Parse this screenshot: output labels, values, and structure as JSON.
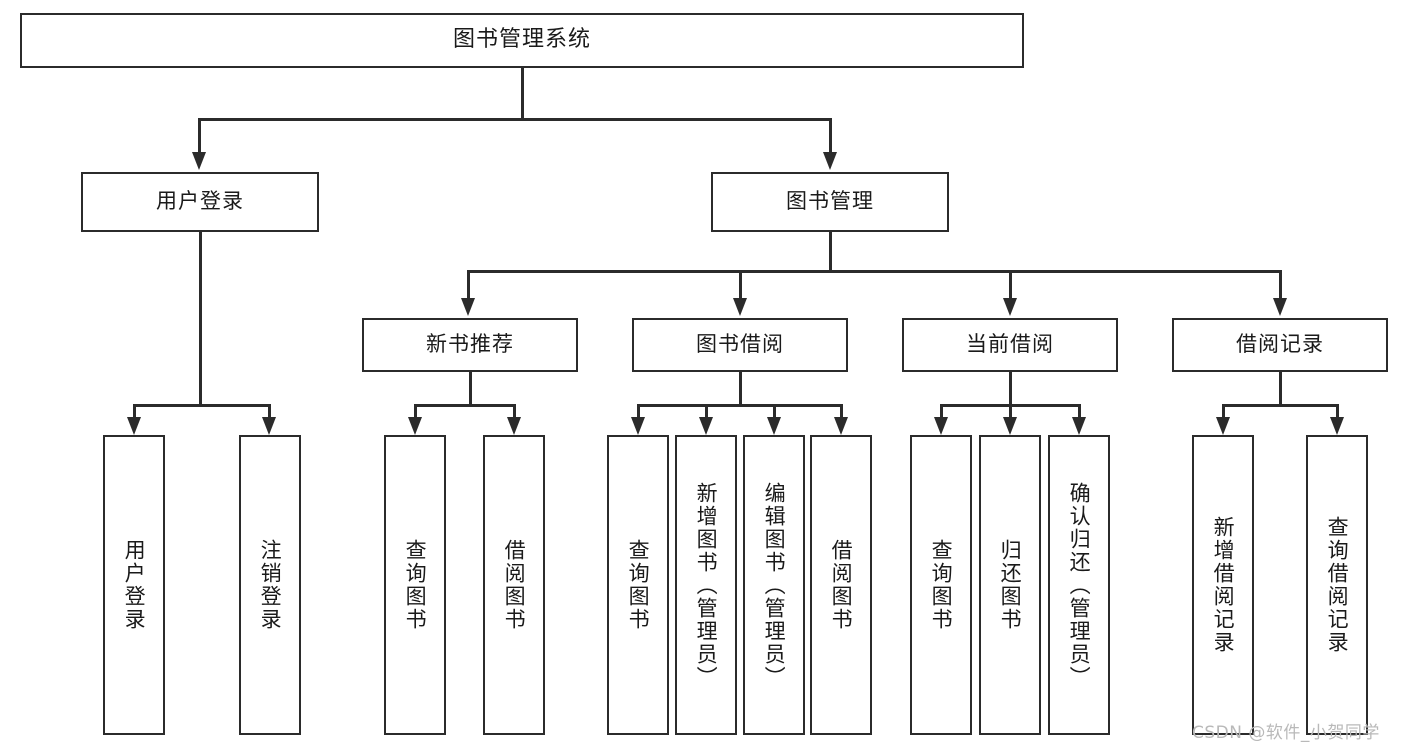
{
  "diagram": {
    "title": "图书管理系统",
    "type": "tree-hierarchy-diagram",
    "colors": {
      "background": "#ffffff",
      "box_border": "#2b2b2b",
      "box_fill": "#ffffff",
      "text": "#1a1a1a",
      "watermark": "#b9b9b9"
    },
    "root": {
      "label": "图书管理系统"
    },
    "level2": [
      {
        "label": "用户登录"
      },
      {
        "label": "图书管理"
      }
    ],
    "level3": [
      {
        "label": "新书推荐"
      },
      {
        "label": "图书借阅"
      },
      {
        "label": "当前借阅"
      },
      {
        "label": "借阅记录"
      }
    ],
    "leaves": {
      "user_login": [
        {
          "label": "用户登录"
        },
        {
          "label": "注销登录"
        }
      ],
      "new_book_recommend": [
        {
          "label": "查询图书"
        },
        {
          "label": "借阅图书"
        }
      ],
      "book_borrow": [
        {
          "label": "查询图书"
        },
        {
          "label": "新增图书（管理员）"
        },
        {
          "label": "编辑图书（管理员）"
        },
        {
          "label": "借阅图书"
        }
      ],
      "current_borrow": [
        {
          "label": "查询图书"
        },
        {
          "label": "归还图书"
        },
        {
          "label": "确认归还（管理员）"
        }
      ],
      "borrow_record": [
        {
          "label": "新增借阅记录"
        },
        {
          "label": "查询借阅记录"
        }
      ]
    }
  },
  "watermark": {
    "text": "CSDN @软件_小贺同学"
  }
}
